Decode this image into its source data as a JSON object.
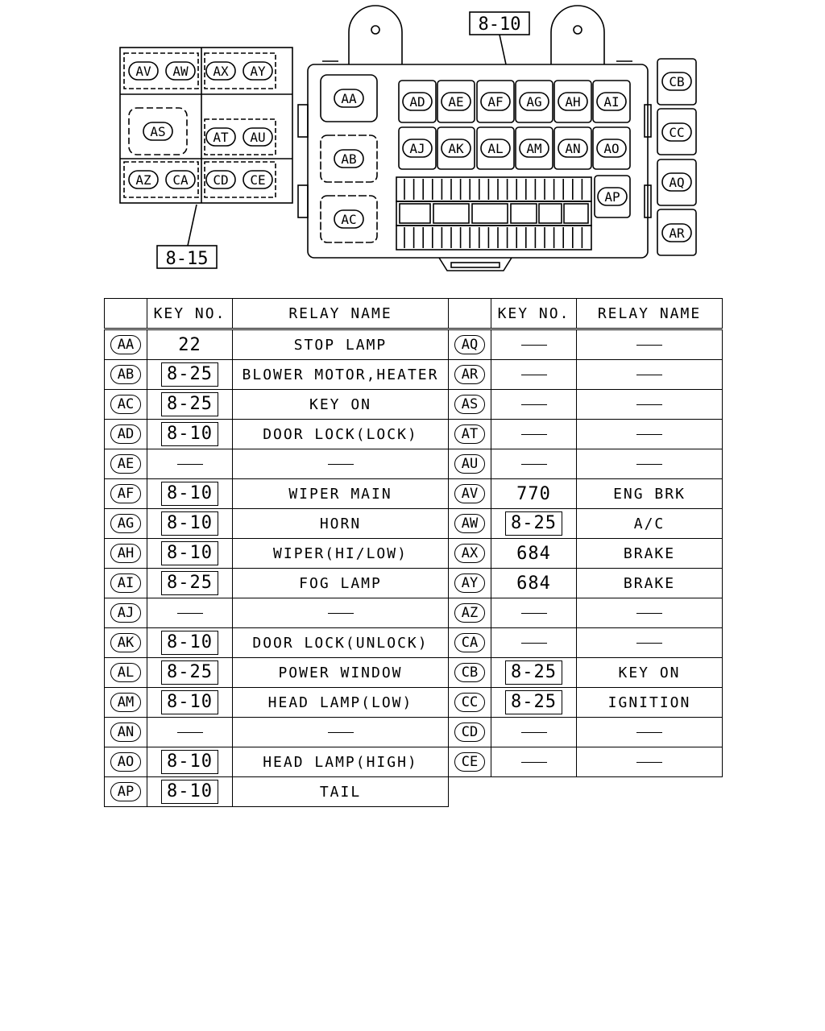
{
  "diagram": {
    "callout_top": "8-10",
    "callout_left": "8-15",
    "left_block": [
      "AV",
      "AW",
      "AX",
      "AY",
      "AS",
      "AT",
      "AU",
      "AZ",
      "CA",
      "CD",
      "CE"
    ],
    "main_big": [
      "AA",
      "AB",
      "AC"
    ],
    "main_row1": [
      "AD",
      "AE",
      "AF",
      "AG",
      "AH",
      "AI"
    ],
    "main_row2": [
      "AJ",
      "AK",
      "AL",
      "AM",
      "AN",
      "AO"
    ],
    "main_ap": "AP",
    "right_col": [
      "CB",
      "CC",
      "AQ",
      "AR"
    ]
  },
  "table": {
    "headers": {
      "key_no": "KEY NO.",
      "relay_name": "RELAY NAME"
    },
    "left_rows": [
      {
        "code": "AA",
        "key": "22",
        "key_boxed": false,
        "name": "STOP LAMP"
      },
      {
        "code": "AB",
        "key": "8-25",
        "key_boxed": true,
        "name": "BLOWER MOTOR,HEATER"
      },
      {
        "code": "AC",
        "key": "8-25",
        "key_boxed": true,
        "name": "KEY ON"
      },
      {
        "code": "AD",
        "key": "8-10",
        "key_boxed": true,
        "name": "DOOR LOCK(LOCK)"
      },
      {
        "code": "AE",
        "key": "—",
        "key_boxed": false,
        "name": "—"
      },
      {
        "code": "AF",
        "key": "8-10",
        "key_boxed": true,
        "name": "WIPER MAIN"
      },
      {
        "code": "AG",
        "key": "8-10",
        "key_boxed": true,
        "name": "HORN"
      },
      {
        "code": "AH",
        "key": "8-10",
        "key_boxed": true,
        "name": "WIPER(HI/LOW)"
      },
      {
        "code": "AI",
        "key": "8-25",
        "key_boxed": true,
        "name": "FOG LAMP"
      },
      {
        "code": "AJ",
        "key": "—",
        "key_boxed": false,
        "name": "—"
      },
      {
        "code": "AK",
        "key": "8-10",
        "key_boxed": true,
        "name": "DOOR LOCK(UNLOCK)"
      },
      {
        "code": "AL",
        "key": "8-25",
        "key_boxed": true,
        "name": "POWER WINDOW"
      },
      {
        "code": "AM",
        "key": "8-10",
        "key_boxed": true,
        "name": "HEAD LAMP(LOW)"
      },
      {
        "code": "AN",
        "key": "—",
        "key_boxed": false,
        "name": "—"
      },
      {
        "code": "AO",
        "key": "8-10",
        "key_boxed": true,
        "name": "HEAD LAMP(HIGH)"
      },
      {
        "code": "AP",
        "key": "8-10",
        "key_boxed": true,
        "name": "TAIL"
      }
    ],
    "right_rows": [
      {
        "code": "AQ",
        "key": "—",
        "key_boxed": false,
        "name": "—"
      },
      {
        "code": "AR",
        "key": "—",
        "key_boxed": false,
        "name": "—"
      },
      {
        "code": "AS",
        "key": "—",
        "key_boxed": false,
        "name": "—"
      },
      {
        "code": "AT",
        "key": "—",
        "key_boxed": false,
        "name": "—"
      },
      {
        "code": "AU",
        "key": "—",
        "key_boxed": false,
        "name": "—"
      },
      {
        "code": "AV",
        "key": "770",
        "key_boxed": false,
        "name": "ENG BRK"
      },
      {
        "code": "AW",
        "key": "8-25",
        "key_boxed": true,
        "name": "A/C"
      },
      {
        "code": "AX",
        "key": "684",
        "key_boxed": false,
        "name": "BRAKE"
      },
      {
        "code": "AY",
        "key": "684",
        "key_boxed": false,
        "name": "BRAKE"
      },
      {
        "code": "AZ",
        "key": "—",
        "key_boxed": false,
        "name": "—"
      },
      {
        "code": "CA",
        "key": "—",
        "key_boxed": false,
        "name": "—"
      },
      {
        "code": "CB",
        "key": "8-25",
        "key_boxed": true,
        "name": "KEY ON"
      },
      {
        "code": "CC",
        "key": "8-25",
        "key_boxed": true,
        "name": "IGNITION"
      },
      {
        "code": "CD",
        "key": "—",
        "key_boxed": false,
        "name": "—"
      },
      {
        "code": "CE",
        "key": "—",
        "key_boxed": false,
        "name": "—"
      }
    ]
  }
}
